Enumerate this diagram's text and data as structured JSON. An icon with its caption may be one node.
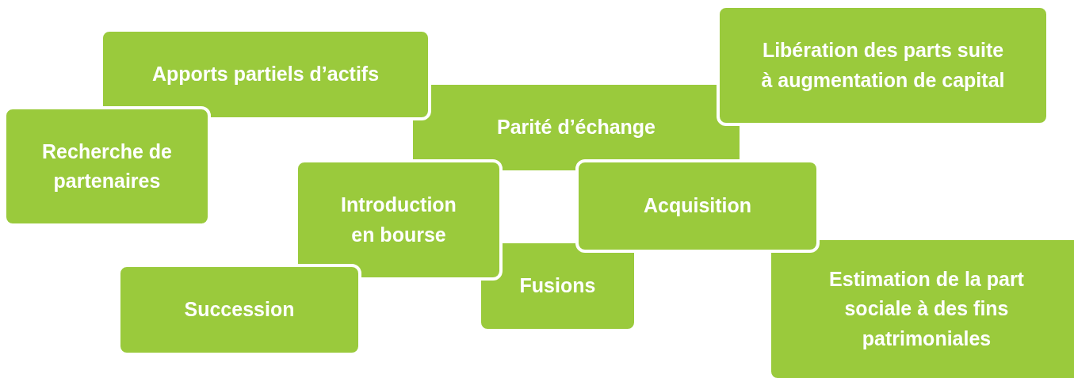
{
  "diagram": {
    "nodes": [
      {
        "text": [
          "Libération des parts suite à augmentation de capital"
        ]
      },
      {
        "text": [
          "Apports partiels d’actifs"
        ]
      },
      {
        "text": [
          "Parité d’échange"
        ]
      },
      {
        "text": [
          "Recherche de partenaires"
        ]
      },
      {
        "text": [
          "Introduction en bourse"
        ]
      },
      {
        "text": [
          "Acquisition"
        ]
      },
      {
        "text": [
          "Estimation de la part sociale à des fins patrimoniales"
        ]
      },
      {
        "text": [
          "Fusions"
        ]
      },
      {
        "text": [
          "Succession"
        ]
      }
    ]
  }
}
